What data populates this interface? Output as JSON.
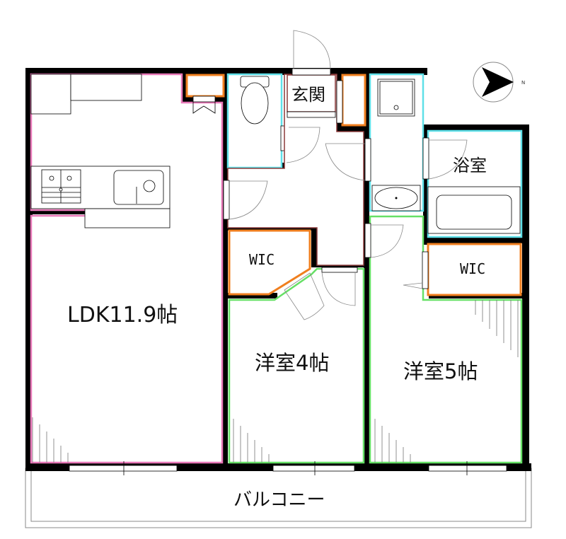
{
  "plan": {
    "type": "apartment-floor-plan",
    "layout": "2LDK",
    "rooms": [
      {
        "id": "ldk",
        "label": "LDK11.9帖",
        "size_jo": 11.9,
        "outline_color": "#e878b8"
      },
      {
        "id": "western-room-4",
        "label": "洋室4帖",
        "size_jo": 4,
        "outline_color": "#66e066"
      },
      {
        "id": "western-room-5",
        "label": "洋室5帖",
        "size_jo": 5,
        "outline_color": "#66e066"
      },
      {
        "id": "wic-1",
        "label": "WIC",
        "outline_color": "#f07f1f"
      },
      {
        "id": "wic-2",
        "label": "WIC",
        "outline_color": "#f07f1f"
      },
      {
        "id": "entrance",
        "label": "玄関",
        "outline_color": "#8b3a3a"
      },
      {
        "id": "bathroom",
        "label": "浴室",
        "outline_color": "#5fe0e8"
      },
      {
        "id": "toilet",
        "label": "",
        "outline_color": "#5fe0e8"
      },
      {
        "id": "washroom",
        "label": "",
        "outline_color": "#5fe0e8"
      },
      {
        "id": "balcony",
        "label": "バルコニー",
        "outline_color": "#888888"
      }
    ],
    "compass": {
      "direction": "N",
      "label": "N",
      "arrow_points": "right"
    },
    "colors": {
      "wall": "#000000",
      "ldk": "#e878b8",
      "western": "#66e066",
      "storage": "#f07f1f",
      "wet_area": "#5fe0e8",
      "hall": "#8b3a3a"
    }
  }
}
